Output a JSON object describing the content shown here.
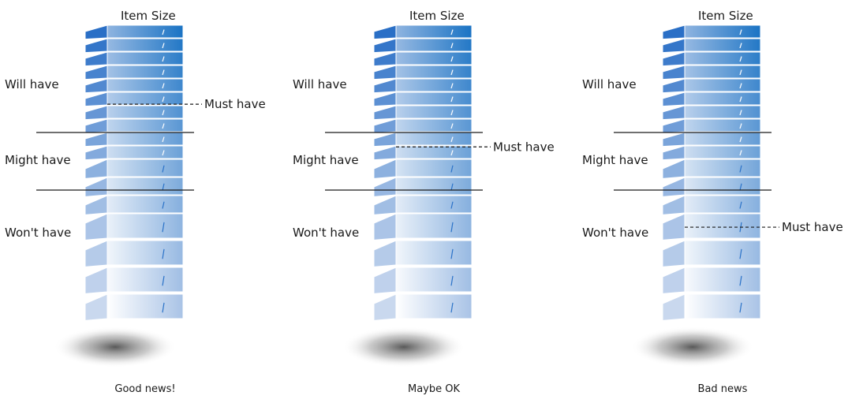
{
  "header_label": "Item Size",
  "colors": {
    "top_front_left": "#8fb4e0",
    "top_front_right": "#1a73c4",
    "bottom_front_left": "#ffffff",
    "bottom_front_right": "#a9c3e6",
    "side": "#2a72c8",
    "line": "#1a1a1a"
  },
  "stacks": [
    {
      "id": "good",
      "header": "Item Size",
      "caption": "Good news!",
      "zones": [
        {
          "key": "will",
          "label": "Will have"
        },
        {
          "key": "might",
          "label": "Might have"
        },
        {
          "key": "wont",
          "label": "Won't have"
        }
      ],
      "must_have": {
        "label": "Must have",
        "zone": "will",
        "position": 0.72
      }
    },
    {
      "id": "maybe",
      "header": "Item Size",
      "caption": "Maybe OK",
      "zones": [
        {
          "key": "will",
          "label": "Will have"
        },
        {
          "key": "might",
          "label": "Might have"
        },
        {
          "key": "wont",
          "label": "Won't have"
        }
      ],
      "must_have": {
        "label": "Must have",
        "zone": "might",
        "position": 0.25
      }
    },
    {
      "id": "bad",
      "header": "Item Size",
      "caption": "Bad news",
      "zones": [
        {
          "key": "will",
          "label": "Will have"
        },
        {
          "key": "might",
          "label": "Might have"
        },
        {
          "key": "wont",
          "label": "Won't have"
        }
      ],
      "must_have": {
        "label": "Must have",
        "zone": "wont",
        "position": 0.22
      }
    }
  ]
}
